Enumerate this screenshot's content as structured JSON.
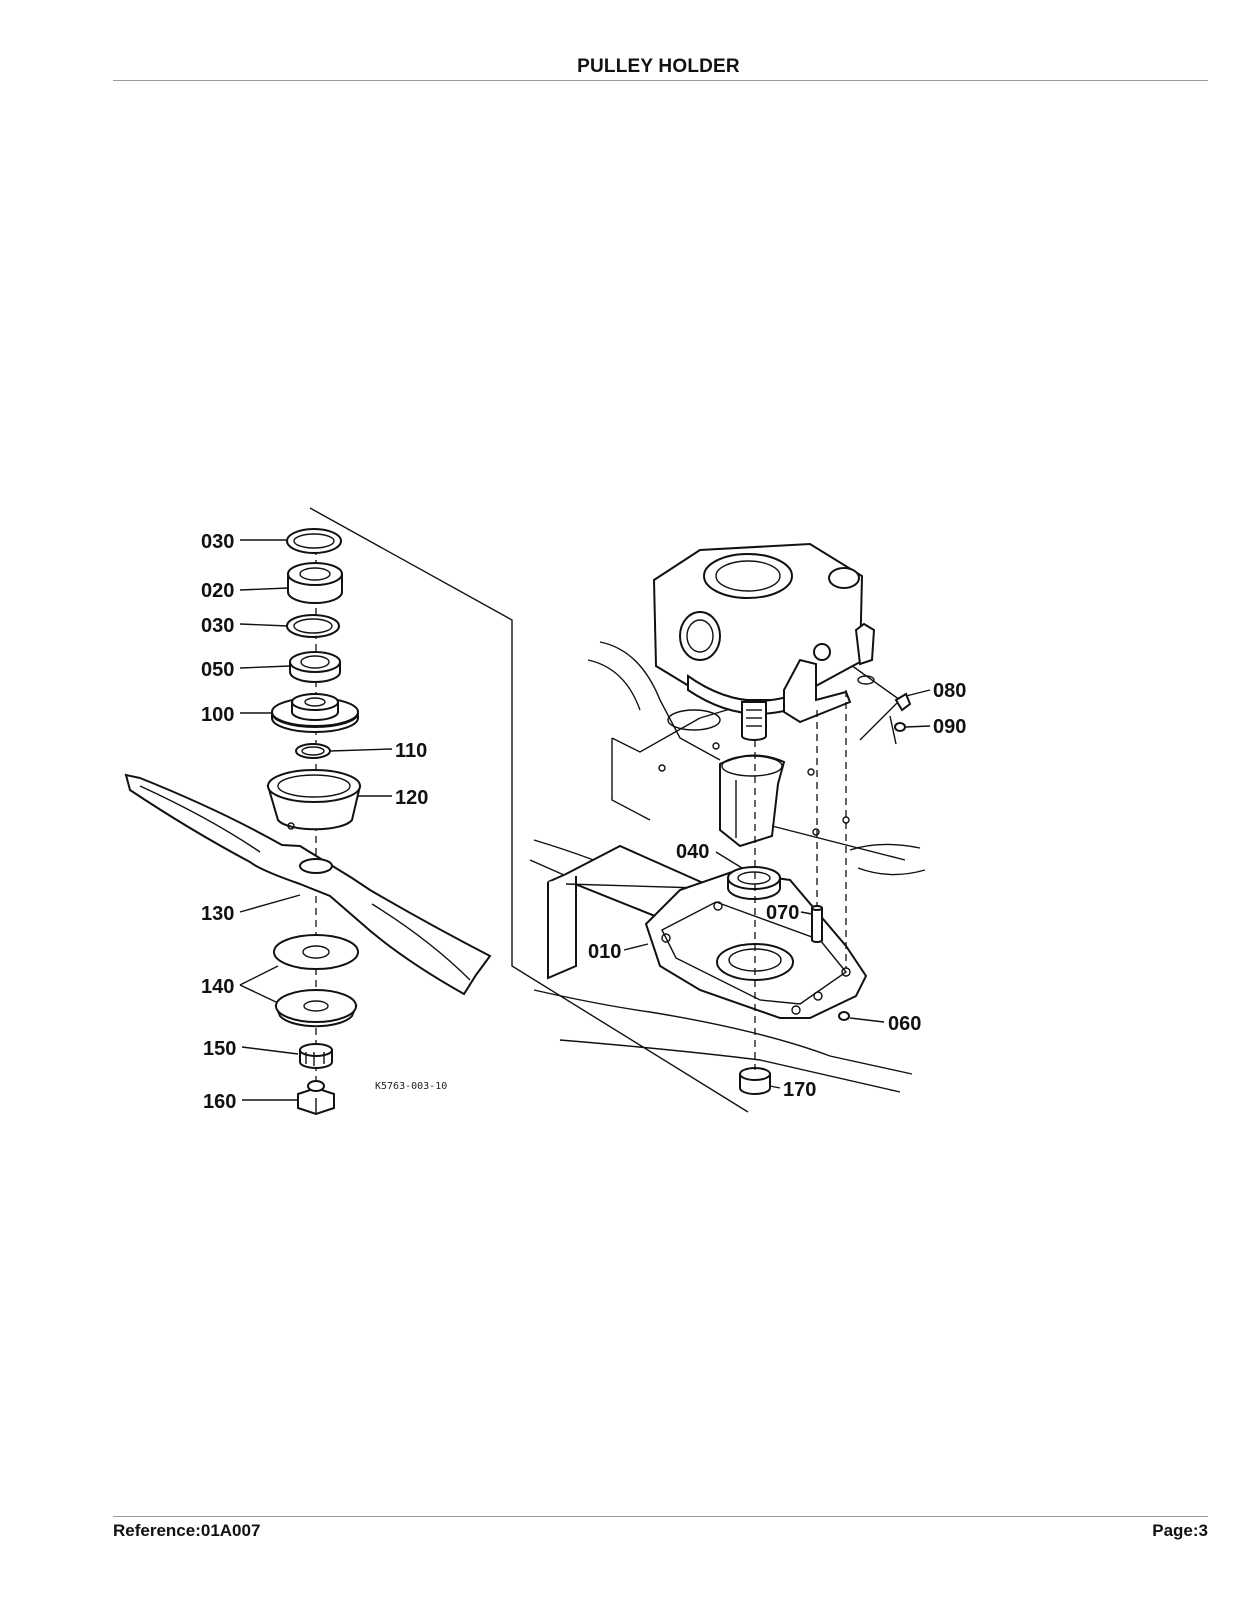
{
  "header": {
    "title": "PULLEY HOLDER"
  },
  "footer": {
    "reference": "Reference:01A007",
    "page": "Page:3"
  },
  "diagram": {
    "drawing_code": "K5763-003-10",
    "callouts": [
      "030",
      "020",
      "030",
      "050",
      "100",
      "110",
      "120",
      "130",
      "140",
      "150",
      "160",
      "080",
      "090",
      "040",
      "070",
      "010",
      "060",
      "170"
    ]
  }
}
